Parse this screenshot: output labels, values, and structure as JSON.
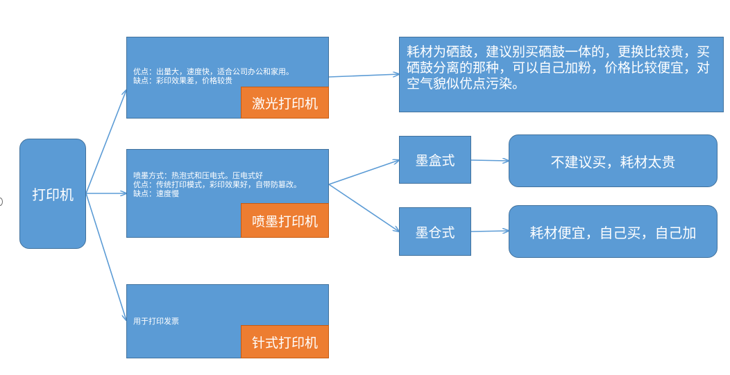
{
  "root": {
    "label": "打印机"
  },
  "laser": {
    "desc": "优点：出量大，速度快，适合公司办公和家用。\n缺点：彩印效果差，价格较贵",
    "tag": "激光打印机",
    "note": "耗材为硒鼓，建议别买硒鼓一体的，更换比较贵，买硒鼓分离的那种，可以自己加粉，价格比较便宜，对空气貌似优点污染。"
  },
  "inkjet": {
    "desc": "喷墨方式：热泡式和压电式。压电式好\n优点：传统打印模式，彩印效果好，自带防篡改。\n缺点：速度慢",
    "tag": "喷墨打印机",
    "cartridge": {
      "label": "墨盒式",
      "note": "不建议买，耗材太贵"
    },
    "tank": {
      "label": "墨仓式",
      "note": "耗材便宜，自己买，自己加"
    }
  },
  "dotmatrix": {
    "desc": "用于打印发票",
    "tag": "针式打印机"
  },
  "colors": {
    "node_fill": "#5b9bd5",
    "node_border": "#41719c",
    "tag_fill": "#ed7d31",
    "connector": "#5b9bd5"
  }
}
